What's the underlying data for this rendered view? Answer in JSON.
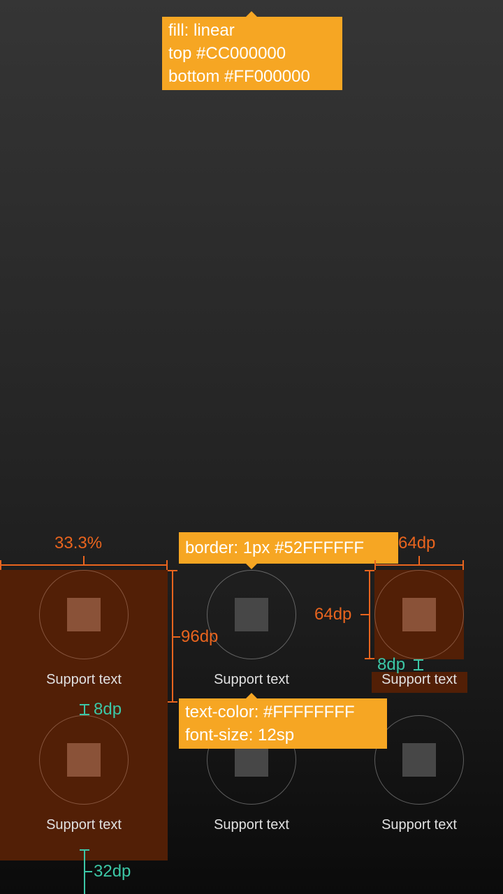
{
  "annotations": {
    "gradient_callout": [
      "fill: linear",
      "top #CC000000",
      "bottom #FF000000"
    ],
    "border_callout": "border: 1px #52FFFFFF",
    "text_callout": [
      "text-color: #FFFFFFFF",
      "font-size: 12sp"
    ]
  },
  "dimensions": {
    "column_width": "33.3%",
    "icon_width": "64dp",
    "icon_height": "64dp",
    "cell_height": "96dp",
    "text_gap": "8dp",
    "row_gap": "8dp",
    "bottom_margin": "32dp"
  },
  "grid": {
    "items": [
      {
        "support": "Support text"
      },
      {
        "support": "Support text"
      },
      {
        "support": "Support text"
      },
      {
        "support": "Support text"
      },
      {
        "support": "Support text"
      },
      {
        "support": "Support text"
      }
    ]
  },
  "colors": {
    "callout": "#F6A623",
    "measure_orange": "#E8641E",
    "measure_teal": "#3CC7A6",
    "highlight": "#521F06"
  }
}
